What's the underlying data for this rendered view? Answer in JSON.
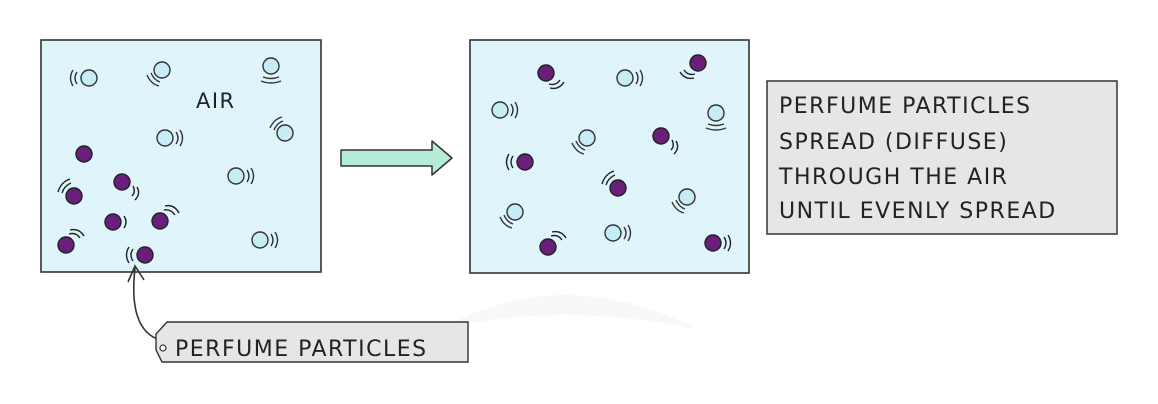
{
  "labels": {
    "air": "AIR",
    "perfume_particles": "PERFUME PARTICLES",
    "explanation_lines": [
      "PERFUME PARTICLES",
      "SPREAD (DIFFUSE)",
      "THROUGH THE AIR",
      "UNTIL EVENLY SPREAD"
    ]
  },
  "colors": {
    "container_fill": "#dff4fb",
    "container_stroke": "#333333",
    "air_particle": "#c6ecf6",
    "perfume_particle": "#6a1f7a",
    "arrow_fill": "#b5ecd6",
    "label_box_fill": "#e6e6e6"
  }
}
